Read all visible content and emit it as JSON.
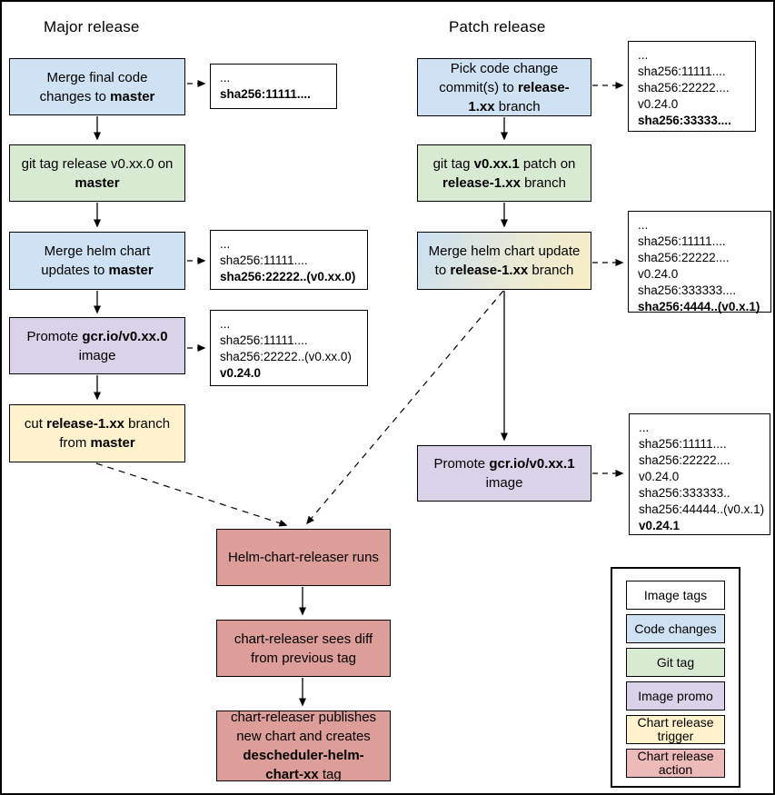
{
  "titles": {
    "major": "Major release",
    "patch": "Patch release"
  },
  "colors": {
    "code_changes": "#cfe2f3",
    "git_tag": "#d9ead3",
    "image_promo": "#d9d2e9",
    "chart_trigger": "#fff2cc",
    "chart_action": "#dd9d98",
    "chart_action_legend": "#ecbab8",
    "note_bg": "#ffffff",
    "line": "#000000"
  },
  "nodes": {
    "major1": {
      "segments": [
        {
          "t": "Merge final code changes to "
        },
        {
          "t": "master",
          "b": true
        }
      ]
    },
    "major2": {
      "segments": [
        {
          "t": "git tag release v0.xx.0 on "
        },
        {
          "t": "master",
          "b": true
        }
      ]
    },
    "major3": {
      "segments": [
        {
          "t": "Merge helm chart updates to "
        },
        {
          "t": "master",
          "b": true
        }
      ]
    },
    "major4": {
      "segments": [
        {
          "t": "Promote "
        },
        {
          "t": "gcr.io/v0.xx.0",
          "b": true
        },
        {
          "t": " image"
        }
      ]
    },
    "major5": {
      "segments": [
        {
          "t": "cut "
        },
        {
          "t": "release-1.xx",
          "b": true
        },
        {
          "t": " branch from "
        },
        {
          "t": "master",
          "b": true
        }
      ]
    },
    "patch1": {
      "segments": [
        {
          "t": "Pick code change commit(s) to "
        },
        {
          "t": "release-1.xx",
          "b": true
        },
        {
          "t": " branch"
        }
      ]
    },
    "patch2": {
      "segments": [
        {
          "t": "git tag "
        },
        {
          "t": "v0.xx.1",
          "b": true
        },
        {
          "t": " patch on "
        },
        {
          "t": "release-1.xx",
          "b": true
        },
        {
          "t": " branch"
        }
      ]
    },
    "patch3": {
      "segments": [
        {
          "t": "Merge helm chart update to "
        },
        {
          "t": "release-1.xx",
          "b": true
        },
        {
          "t": " branch"
        }
      ]
    },
    "patch4": {
      "segments": [
        {
          "t": "Promote "
        },
        {
          "t": "gcr.io/v0.xx.1",
          "b": true
        },
        {
          "t": " image"
        }
      ]
    },
    "action1": {
      "segments": [
        {
          "t": "Helm-chart-releaser runs"
        }
      ]
    },
    "action2": {
      "segments": [
        {
          "t": "chart-releaser sees diff from previous tag"
        }
      ]
    },
    "action3": {
      "segments": [
        {
          "t": "chart-releaser publishes new chart and creates "
        },
        {
          "t": "descheduler-helm-chart-xx",
          "b": true
        },
        {
          "t": " tag"
        }
      ]
    }
  },
  "notes": {
    "major1": {
      "lines": [
        {
          "t": "..."
        },
        {
          "t": "sha256:11111....",
          "b": true
        }
      ]
    },
    "major3": {
      "lines": [
        {
          "t": "..."
        },
        {
          "t": "sha256:11111...."
        },
        {
          "t": "sha256:22222..(v0.xx.0)",
          "b": true
        }
      ]
    },
    "major4": {
      "lines": [
        {
          "t": "..."
        },
        {
          "t": "sha256:11111...."
        },
        {
          "t": "sha256:22222..(v0.xx.0)"
        },
        {
          "t": "v0.24.0",
          "b": true
        }
      ]
    },
    "patch1": {
      "lines": [
        {
          "t": "..."
        },
        {
          "t": "sha256:11111...."
        },
        {
          "t": "sha256:22222...."
        },
        {
          "t": "v0.24.0"
        },
        {
          "t": "sha256:33333....",
          "b": true
        }
      ]
    },
    "patch3": {
      "lines": [
        {
          "t": "..."
        },
        {
          "t": "sha256:11111...."
        },
        {
          "t": "sha256:22222...."
        },
        {
          "t": "v0.24.0"
        },
        {
          "t": "sha256:333333...."
        },
        {
          "t": "sha256:4444..(v0.x.1)",
          "b": true
        }
      ]
    },
    "patch4": {
      "lines": [
        {
          "t": "..."
        },
        {
          "t": "sha256:11111...."
        },
        {
          "t": "sha256:22222...."
        },
        {
          "t": "v0.24.0"
        },
        {
          "t": "sha256:333333.."
        },
        {
          "t": "sha256:44444..(v0.x.1)"
        },
        {
          "t": "v0.24.1",
          "b": true
        }
      ]
    }
  },
  "legend": {
    "items": [
      {
        "label": "Image tags"
      },
      {
        "label": "Code changes"
      },
      {
        "label": "Git tag"
      },
      {
        "label": "Image promo"
      },
      {
        "label": "Chart release trigger"
      },
      {
        "label": "Chart release action"
      }
    ]
  }
}
